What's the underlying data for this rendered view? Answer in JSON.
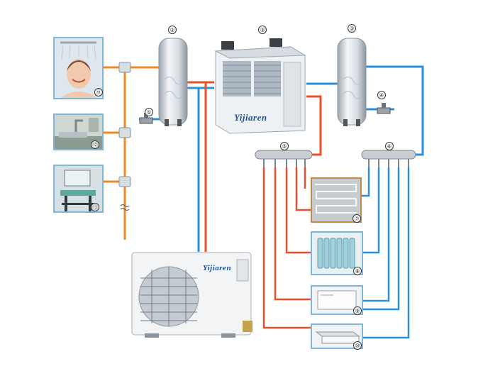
{
  "diagram": {
    "callouts": {
      "n1": "①",
      "n2": "②",
      "n3": "③",
      "n4": "④",
      "n5": "⑤",
      "n6": "⑥",
      "n7": "⑦",
      "n8": "⑧",
      "n9": "⑨",
      "n10": "⑩",
      "n11": "⑪",
      "n12": "⑫",
      "n13": "⑬"
    },
    "brand_name": "Yijiaren",
    "colors": {
      "hot_pipe": "#e8502a",
      "hot_supply_pipe": "#f08a24",
      "cold_pipe": "#2e8fd8",
      "frame": "#7fb6d8"
    }
  }
}
